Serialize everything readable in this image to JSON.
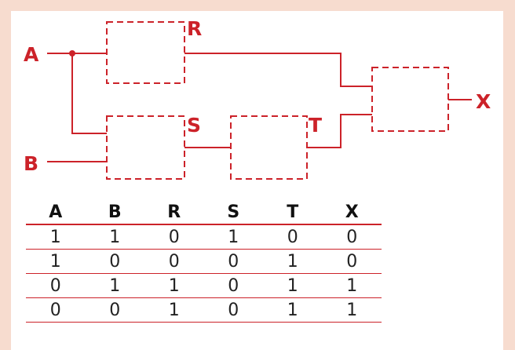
{
  "colors": {
    "background": "#f7dccf",
    "panel": "#ffffff",
    "accent": "#cc2229",
    "text": "#111111"
  },
  "circuit": {
    "inputs": [
      "A",
      "B"
    ],
    "gates": [
      "R",
      "S",
      "T"
    ],
    "output": "X"
  },
  "truth_table": {
    "headers": [
      "A",
      "B",
      "R",
      "S",
      "T",
      "X"
    ],
    "rows": [
      [
        "1",
        "1",
        "0",
        "1",
        "0",
        "0"
      ],
      [
        "1",
        "0",
        "0",
        "0",
        "1",
        "0"
      ],
      [
        "0",
        "1",
        "1",
        "0",
        "1",
        "1"
      ],
      [
        "0",
        "0",
        "1",
        "0",
        "1",
        "1"
      ]
    ]
  }
}
